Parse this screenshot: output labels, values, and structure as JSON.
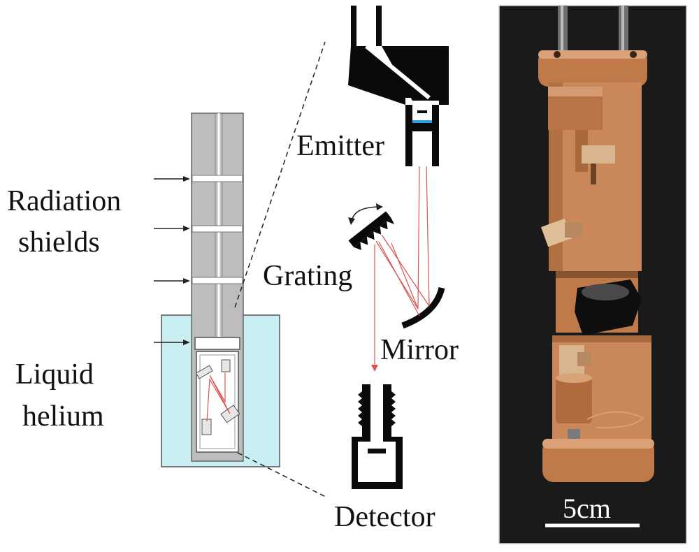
{
  "labels": {
    "radiation_shields_line1": "Radiation",
    "radiation_shields_line2": "shields",
    "liquid_helium_line1": "Liquid",
    "liquid_helium_line2": "helium",
    "emitter": "Emitter",
    "grating": "Grating",
    "mirror": "Mirror",
    "detector": "Detector",
    "scale_bar": "5cm"
  },
  "colors": {
    "helium_bath": "#c9eef2",
    "cryostat_gray": "#bdbdbd",
    "component_black": "#0a0a0a",
    "beam_red": "#d9534f",
    "window_blue": "#29a3e6",
    "copper": "#c07a4a",
    "photo_background": "#1a1a1a"
  }
}
